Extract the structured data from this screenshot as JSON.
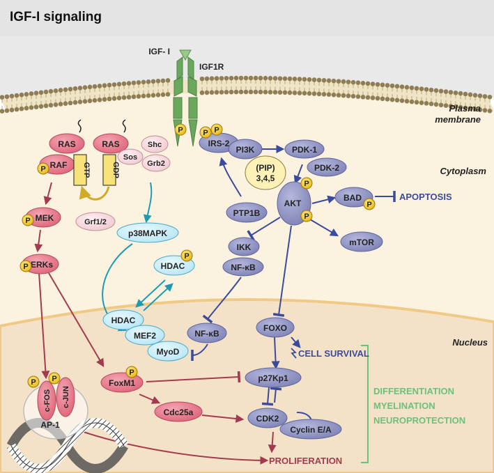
{
  "title": "IGF-I signaling",
  "compartments": {
    "membrane": "Plasma membrane",
    "membrane_line1": "Plasma",
    "membrane_line2": "membrane",
    "cytoplasm": "Cytoplasm",
    "nucleus": "Nucleus"
  },
  "ligand": "IGF- I",
  "receptor": "IGF1R",
  "phospho_label": "P",
  "nodes": {
    "ras1": "RAS",
    "ras2": "RAS",
    "raf": "RAF",
    "gtp": "GTP",
    "gdp": "GDP",
    "sos": "Sos",
    "shc": "Shc",
    "grb2": "Grb2",
    "grf": "Grf1/2",
    "mek": "MEK",
    "erks": "ERKs",
    "irs2": "IRS-2",
    "pi3k": "PI3K",
    "pdk1": "PDK-1",
    "pdk2": "PDK-2",
    "pip_line1": "(PIP)",
    "pip_line2": "3,4,5",
    "akt": "AKT",
    "bad": "BAD",
    "ptp1b": "PTP1B",
    "mtor": "mTOR",
    "p38": "p38MAPK",
    "hdac1": "HDAC",
    "hdac2": "HDAC",
    "mef2": "MEF2",
    "myod": "MyoD",
    "ikk": "IKK",
    "nfkb1": "NF-κB",
    "nfkb2": "NF-κB",
    "foxo": "FOXO",
    "p27": "p27Kp1",
    "cdk2": "CDK2",
    "cyclin": "Cyclin E/A",
    "foxm1": "FoxM1",
    "cdc25a": "Cdc25a",
    "cfos": "c-FOS",
    "cjun": "c-JUN",
    "ap1": "AP-1"
  },
  "outcomes": {
    "apoptosis": "APOPTOSIS",
    "cell_survival": "CELL SURVIVAL",
    "differentiation": "DIFFERENTIATION",
    "myelination": "MYELINATION",
    "neuroprotection": "NEUROPROTECTION",
    "proliferation": "PROLIFERATION"
  },
  "colors": {
    "header_bg": "#e4e4e4",
    "cytoplasm": "#fbf3df",
    "nucleus": "#f4e2c8",
    "nucleus_border": "#f0c987",
    "membrane": "#9c8a5f",
    "receptor": "#6aa85e",
    "pink_node": "#e9778a",
    "light_pink_node": "#f6d7dc",
    "cyan_node": "#c6ecf9",
    "purple_node": "#8f93c2",
    "red_arrow": "#a33a4d",
    "blue_arrow": "#3a4a9c",
    "cyan_arrow": "#1d9bb2",
    "gold_arrow": "#d1aa2a",
    "green_text": "#6cc07a",
    "phospho": "#f2c81e"
  }
}
